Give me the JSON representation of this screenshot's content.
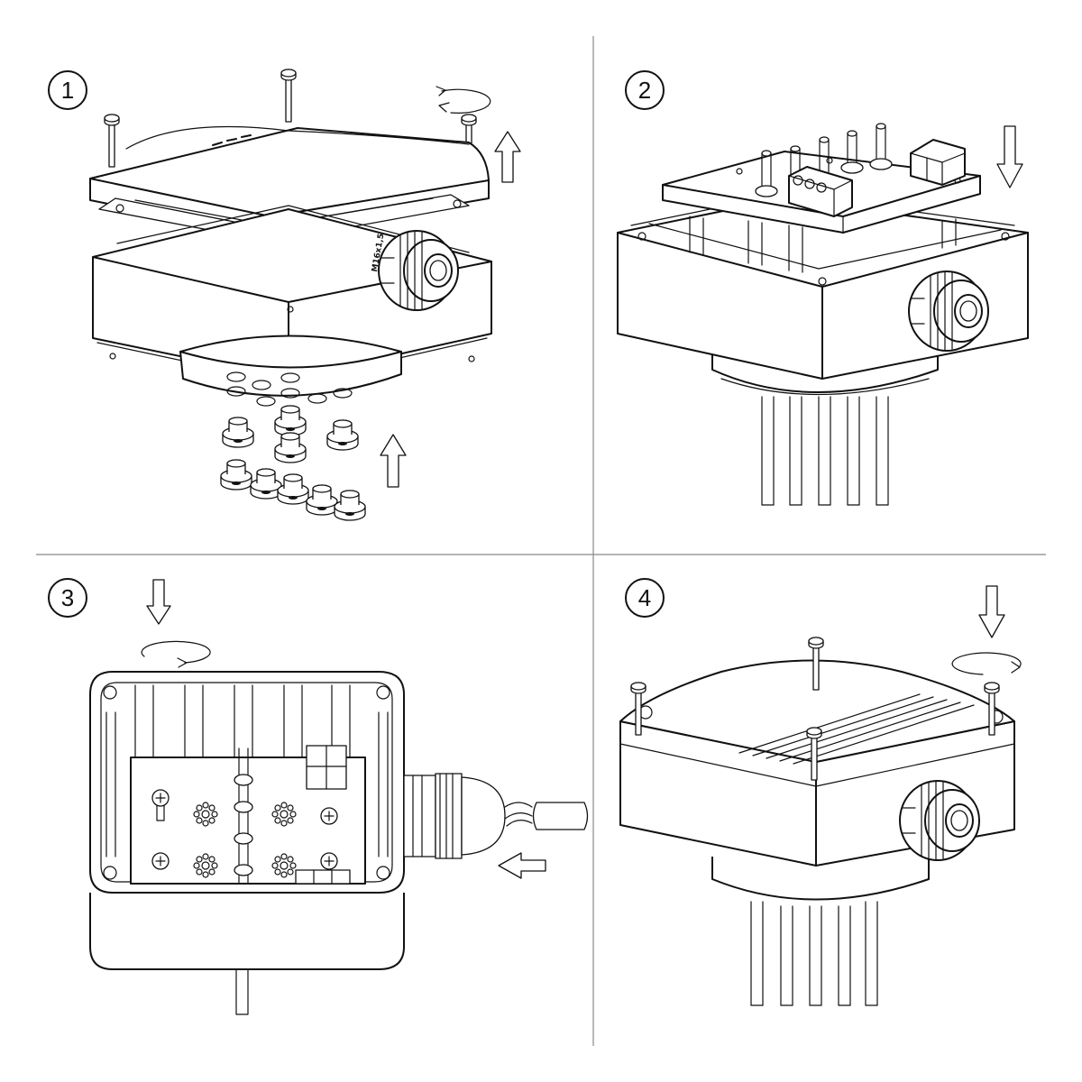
{
  "steps": [
    {
      "number": "1"
    },
    {
      "number": "2"
    },
    {
      "number": "3"
    },
    {
      "number": "4"
    }
  ],
  "gland_marking": "M16x1,5",
  "colors": {
    "line": "#111111",
    "background": "#ffffff",
    "divider": "#888888"
  }
}
